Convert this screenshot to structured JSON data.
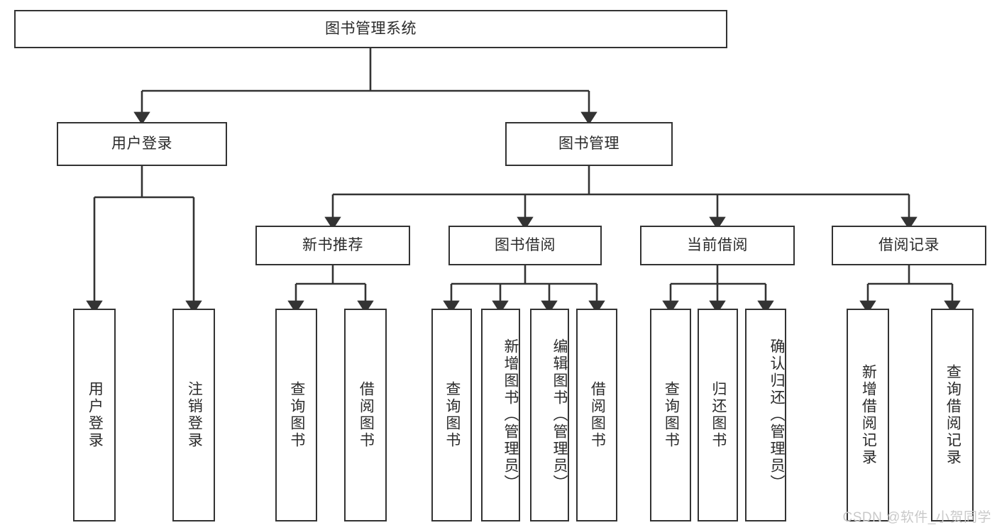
{
  "diagram": {
    "type": "tree",
    "title": "图书管理系统",
    "watermark": "CSDN @软件_小贺同学",
    "colors": {
      "box_border": "#333333",
      "box_fill": "#ffffff",
      "connector": "#333333",
      "text": "#2b2b2b",
      "watermark": "#c9c9c9",
      "background": "#ffffff"
    },
    "levels": {
      "root": {
        "label": "图书管理系统"
      },
      "level2": [
        {
          "label": "用户登录"
        },
        {
          "label": "图书管理"
        }
      ],
      "level3": [
        {
          "label": "新书推荐"
        },
        {
          "label": "图书借阅"
        },
        {
          "label": "当前借阅"
        },
        {
          "label": "借阅记录"
        }
      ],
      "level4": [
        {
          "label": "用户登录",
          "parent": "用户登录"
        },
        {
          "label": "注销登录",
          "parent": "用户登录"
        },
        {
          "label": "查询图书",
          "parent": "新书推荐"
        },
        {
          "label": "借阅图书",
          "parent": "新书推荐"
        },
        {
          "label": "查询图书",
          "parent": "图书借阅"
        },
        {
          "label": "新增图书（管理员）",
          "parent": "图书借阅"
        },
        {
          "label": "编辑图书（管理员）",
          "parent": "图书借阅"
        },
        {
          "label": "借阅图书",
          "parent": "图书借阅"
        },
        {
          "label": "查询图书",
          "parent": "当前借阅"
        },
        {
          "label": "归还图书",
          "parent": "当前借阅"
        },
        {
          "label": "确认归还（管理员）",
          "parent": "当前借阅"
        },
        {
          "label": "新增借阅记录",
          "parent": "借阅记录"
        },
        {
          "label": "查询借阅记录",
          "parent": "借阅记录"
        }
      ]
    }
  }
}
